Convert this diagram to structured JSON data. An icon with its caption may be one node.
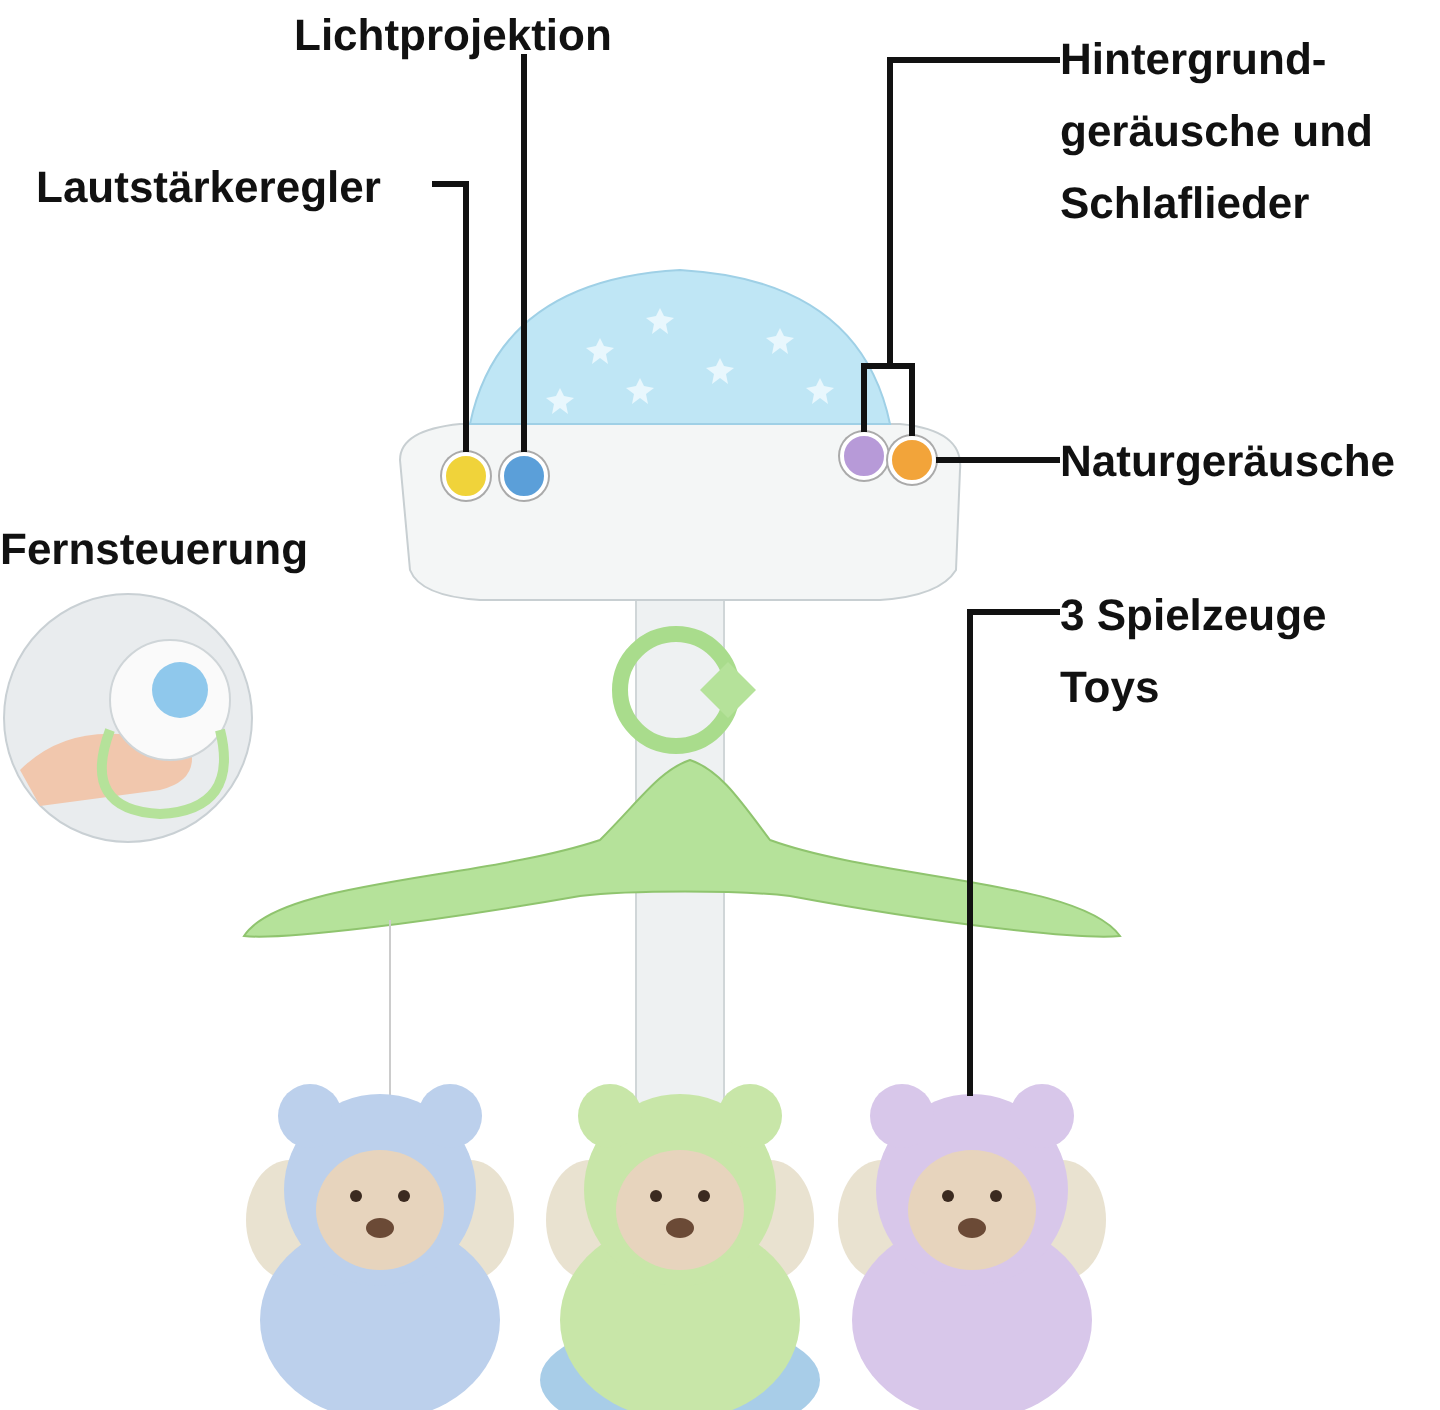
{
  "diagram": {
    "nodes": [
      {
        "text": [
          "Lichtprojektion"
        ]
      },
      {
        "text": [
          "Hintergrund- geräusche und Schlaflieder"
        ]
      },
      {
        "text": [
          "Lautstärkeregler"
        ]
      },
      {
        "text": [
          "Naturgeräusche"
        ]
      },
      {
        "text": [
          "Fernsteuerung"
        ]
      },
      {
        "text": [
          "3 Spielzeuge Toys"
        ]
      },
      {
        "text": [],
        "shape": "circle"
      },
      {
        "text": [],
        "shape": "circle"
      },
      {
        "text": [],
        "shape": "circle"
      },
      {
        "text": [],
        "shape": "circle"
      },
      {
        "text": [],
        "shape": "picture"
      }
    ],
    "edges": [
      {
        "from": 0,
        "to": 7,
        "arrow": "none"
      },
      {
        "from": 1,
        "to": 8,
        "arrow": "none"
      },
      {
        "from": 1,
        "to": 9,
        "arrow": "none"
      },
      {
        "from": 2,
        "to": 6,
        "arrow": "none"
      },
      {
        "from": 3,
        "to": 9,
        "arrow": "none"
      },
      {
        "from": 5,
        "to": 10,
        "arrow": "none"
      }
    ]
  }
}
